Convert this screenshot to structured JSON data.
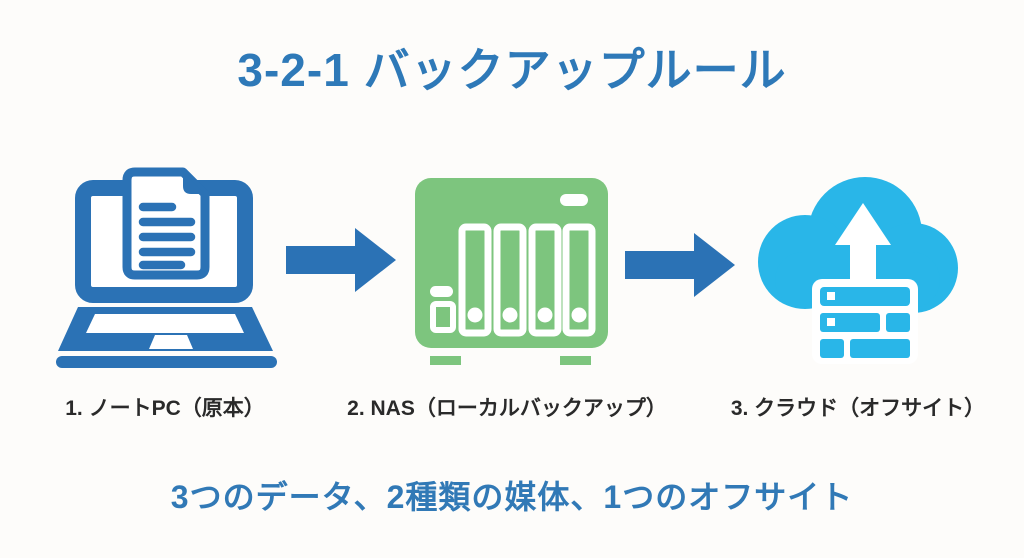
{
  "title": "3-2-1 バックアップルール",
  "footer": "3つのデータ、2種類の媒体、1つのオフサイト",
  "colors": {
    "background": "#fdfcfa",
    "title_blue": "#2e79b8",
    "footer_blue": "#3179b6",
    "label": "#2a2a2a",
    "icon_blue": "#2b72b5",
    "green": "#7dc57e",
    "cyan": "#29b6e8"
  },
  "diagram": {
    "nodes": [
      {
        "id": "laptop",
        "label": "1. ノートPC（原本）",
        "icon": "laptop-document-icon"
      },
      {
        "id": "nas",
        "label": "2. NAS（ローカルバックアップ）",
        "icon": "nas-icon"
      },
      {
        "id": "cloud",
        "label": "3. クラウド（オフサイト）",
        "icon": "cloud-upload-server-icon"
      }
    ],
    "arrows": [
      {
        "from": "laptop",
        "to": "nas"
      },
      {
        "from": "nas",
        "to": "cloud"
      }
    ]
  }
}
